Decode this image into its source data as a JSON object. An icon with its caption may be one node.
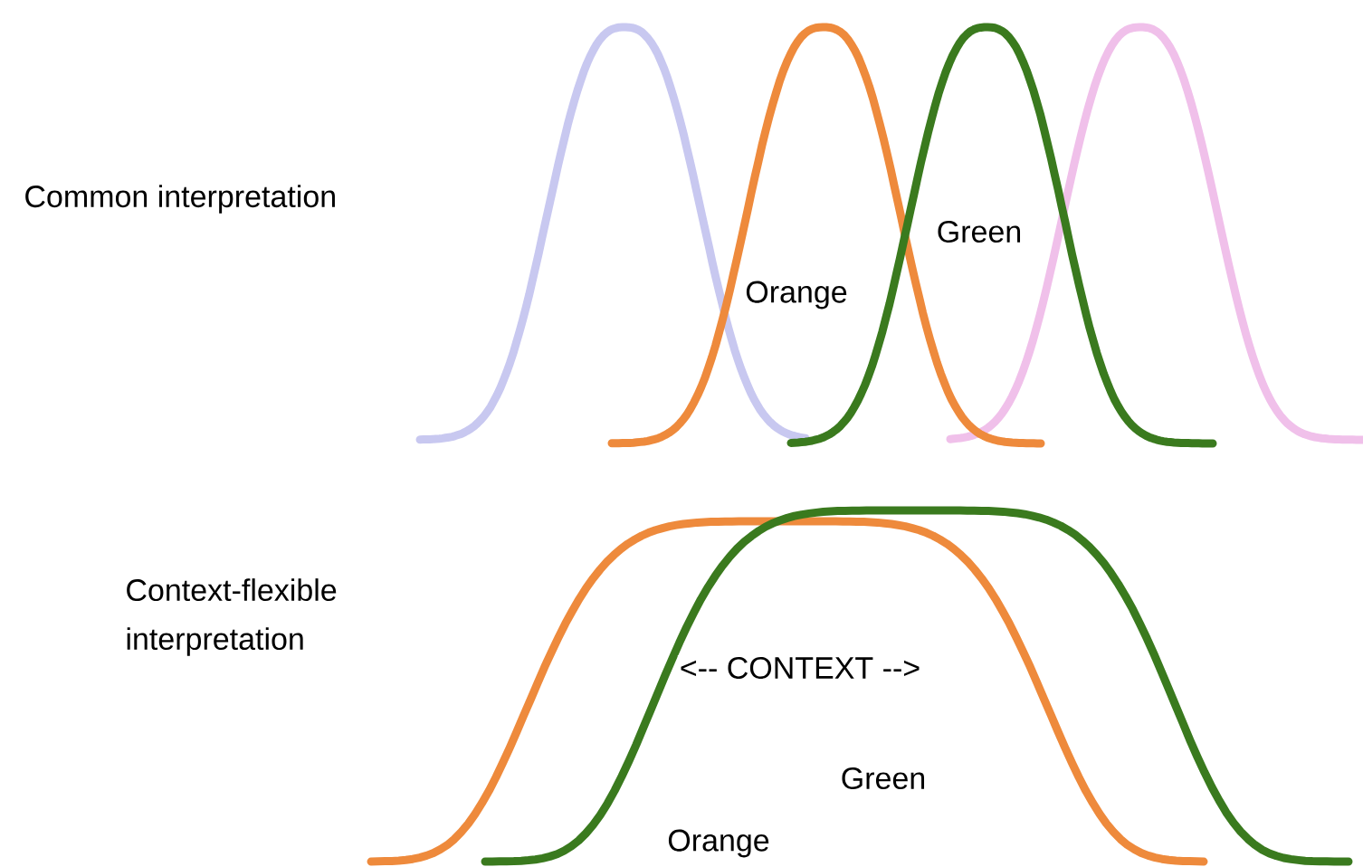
{
  "diagram": {
    "labels": [
      "Common interpretation",
      "Green",
      "Orange",
      "Context-flexible interpretation",
      "<-- CONTEXT -->",
      "Green",
      "Orange"
    ]
  }
}
